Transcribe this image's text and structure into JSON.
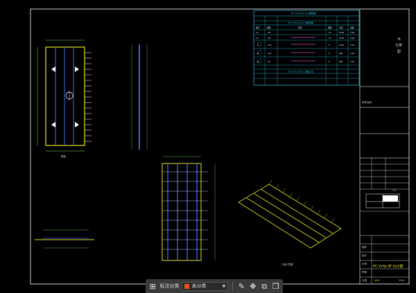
{
  "drawing": {
    "sheet_number": "PC-YxYa-3F-0x1钢",
    "plan_caption": "模板",
    "iso_caption": "三维示意图",
    "side_labels": [
      "木",
      "分类",
      "配"
    ],
    "tb_rows": [
      "构件名称",
      "图号",
      "批次",
      "比例",
      "审核",
      "日期"
    ],
    "tb_small": [
      "1:1",
      "2021",
      "XXX"
    ]
  },
  "bar_table": {
    "title": "PC-YxYa-3F-0x1钢筋表",
    "subtitle": "PC-YxYa-3F-0x1 钢筋明细",
    "summary_title": "PC-YxYa-3F-0x1 钢筋汇总",
    "header": [
      "编号",
      "规格",
      "形状",
      "根数",
      "长度",
      "重量"
    ],
    "rows": [
      [
        "1a",
        "C8",
        "—",
        "12",
        "2210",
        "0.96"
      ],
      [
        "1b",
        "C8",
        "—",
        "12",
        "2210",
        "0.96"
      ],
      [
        "2",
        "C10",
        "—",
        "8",
        "1180",
        "0.54"
      ],
      [
        "3a",
        "C12",
        "—",
        "6",
        "980",
        "0.48"
      ],
      [
        "3b",
        "C8",
        "—",
        "6",
        "980",
        "0.24"
      ]
    ]
  },
  "toolbar": {
    "category_label": "标注分类",
    "select_value": "未分类",
    "icons": [
      "grid-icon",
      "edit-icon",
      "move-icon",
      "copy-icon",
      "layers-icon"
    ]
  },
  "colors": {
    "frame": "#ffffff",
    "table_cyan": "#22c7e6",
    "rebar_yellow": "#e6e61a",
    "rebar_blue": "#4a6cff",
    "dimension": "#7fdc6a",
    "magenta": "#e040c8"
  }
}
